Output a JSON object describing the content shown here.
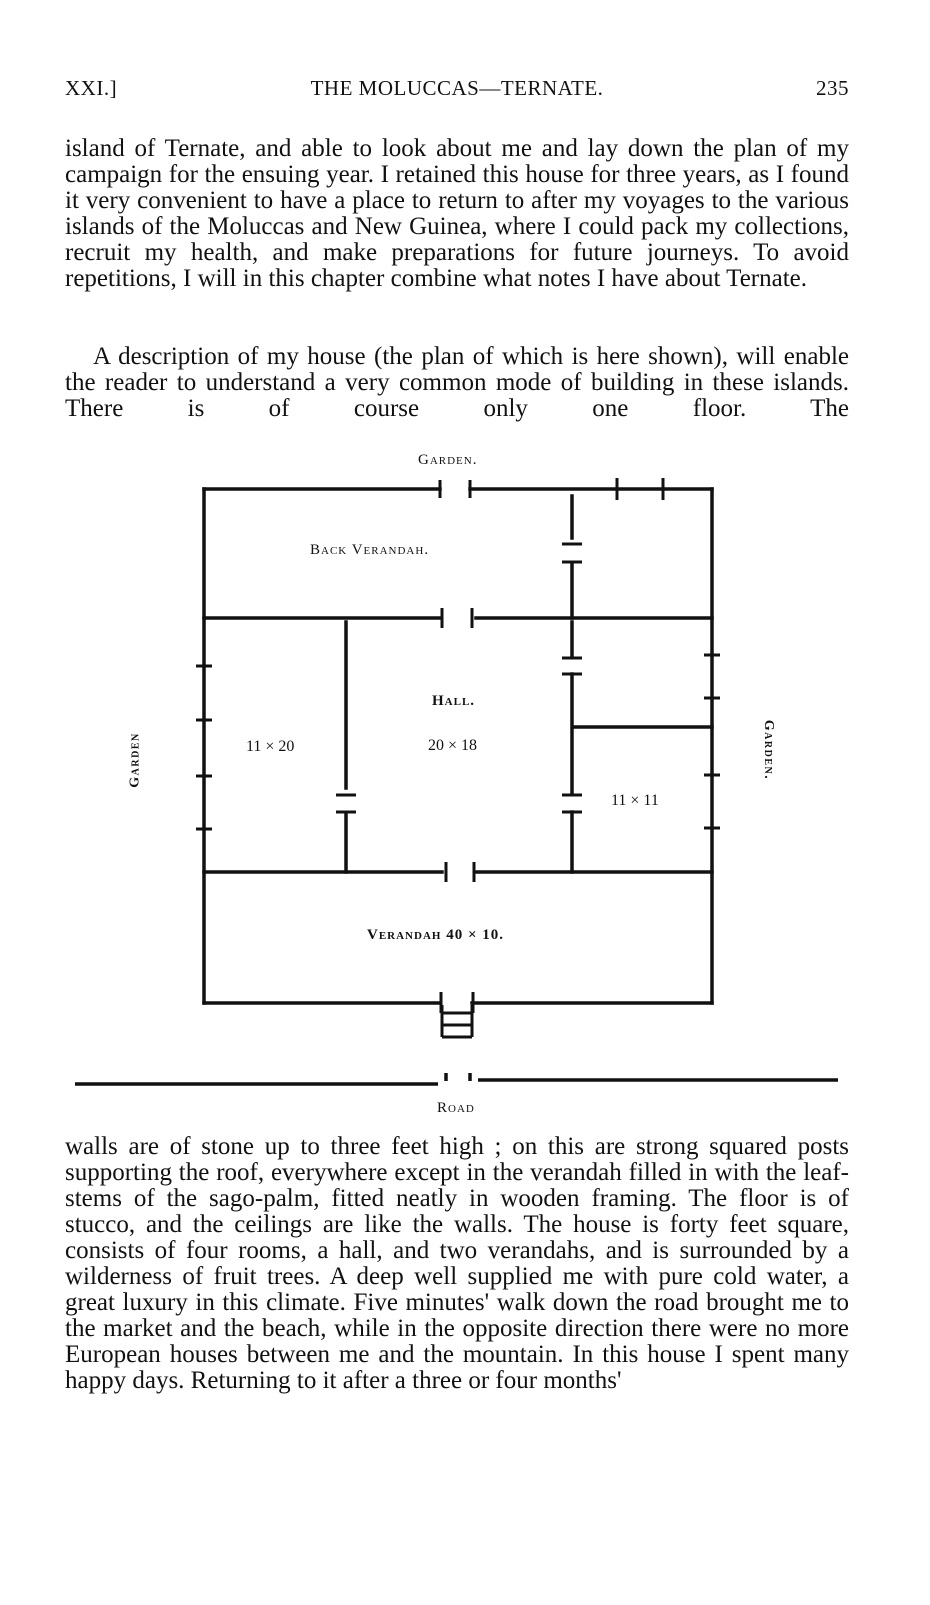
{
  "header": {
    "chapter": "XXI.]",
    "title": "THE MOLUCCAS—TERNATE.",
    "page_number": "235"
  },
  "paragraphs": {
    "p1": "island of Ternate, and able to look about me and lay down the plan of my campaign for the ensuing year. I retained this house for three years, as I found it very convenient to have a place to return to after my voyages to the various islands of the Moluccas and New Guinea, where I could pack my collections, recruit my health, and make preparations for future journeys. To avoid repetitions, I will in this chapter combine what notes I have about Ternate.",
    "p2": "A description of my house (the plan of which is here shown), will enable the reader to understand a very common mode of building in these islands. There is of course only one floor. The",
    "p3": "walls are of stone up to three feet high ; on this are strong squared posts supporting the roof, everywhere except in the verandah filled in with the leaf-stems of the sago-palm, fitted neatly in wooden framing. The floor is of stucco, and the ceilings are like the walls. The house is forty feet square, consists of four rooms, a hall, and two verandahs, and is surrounded by a wilderness of fruit trees. A deep well supplied me with pure cold water, a great luxury in this climate. Five minutes' walk down the road brought me to the market and the beach, while in the opposite direction there were no more European houses between me and the mountain. In this house I spent many happy days. Returning to it after a three or four months'"
  },
  "plan": {
    "garden_top": "Garden.",
    "garden_left": "Garden",
    "garden_right": "Garden.",
    "back_verandah": "Back Verandah.",
    "hall": "Hall.",
    "hall_dim": "20 × 18",
    "left_room_dim": "11 × 20",
    "right_room_dim": "11 × 11",
    "verandah": "Verandah 40 × 10.",
    "road": "Road"
  }
}
